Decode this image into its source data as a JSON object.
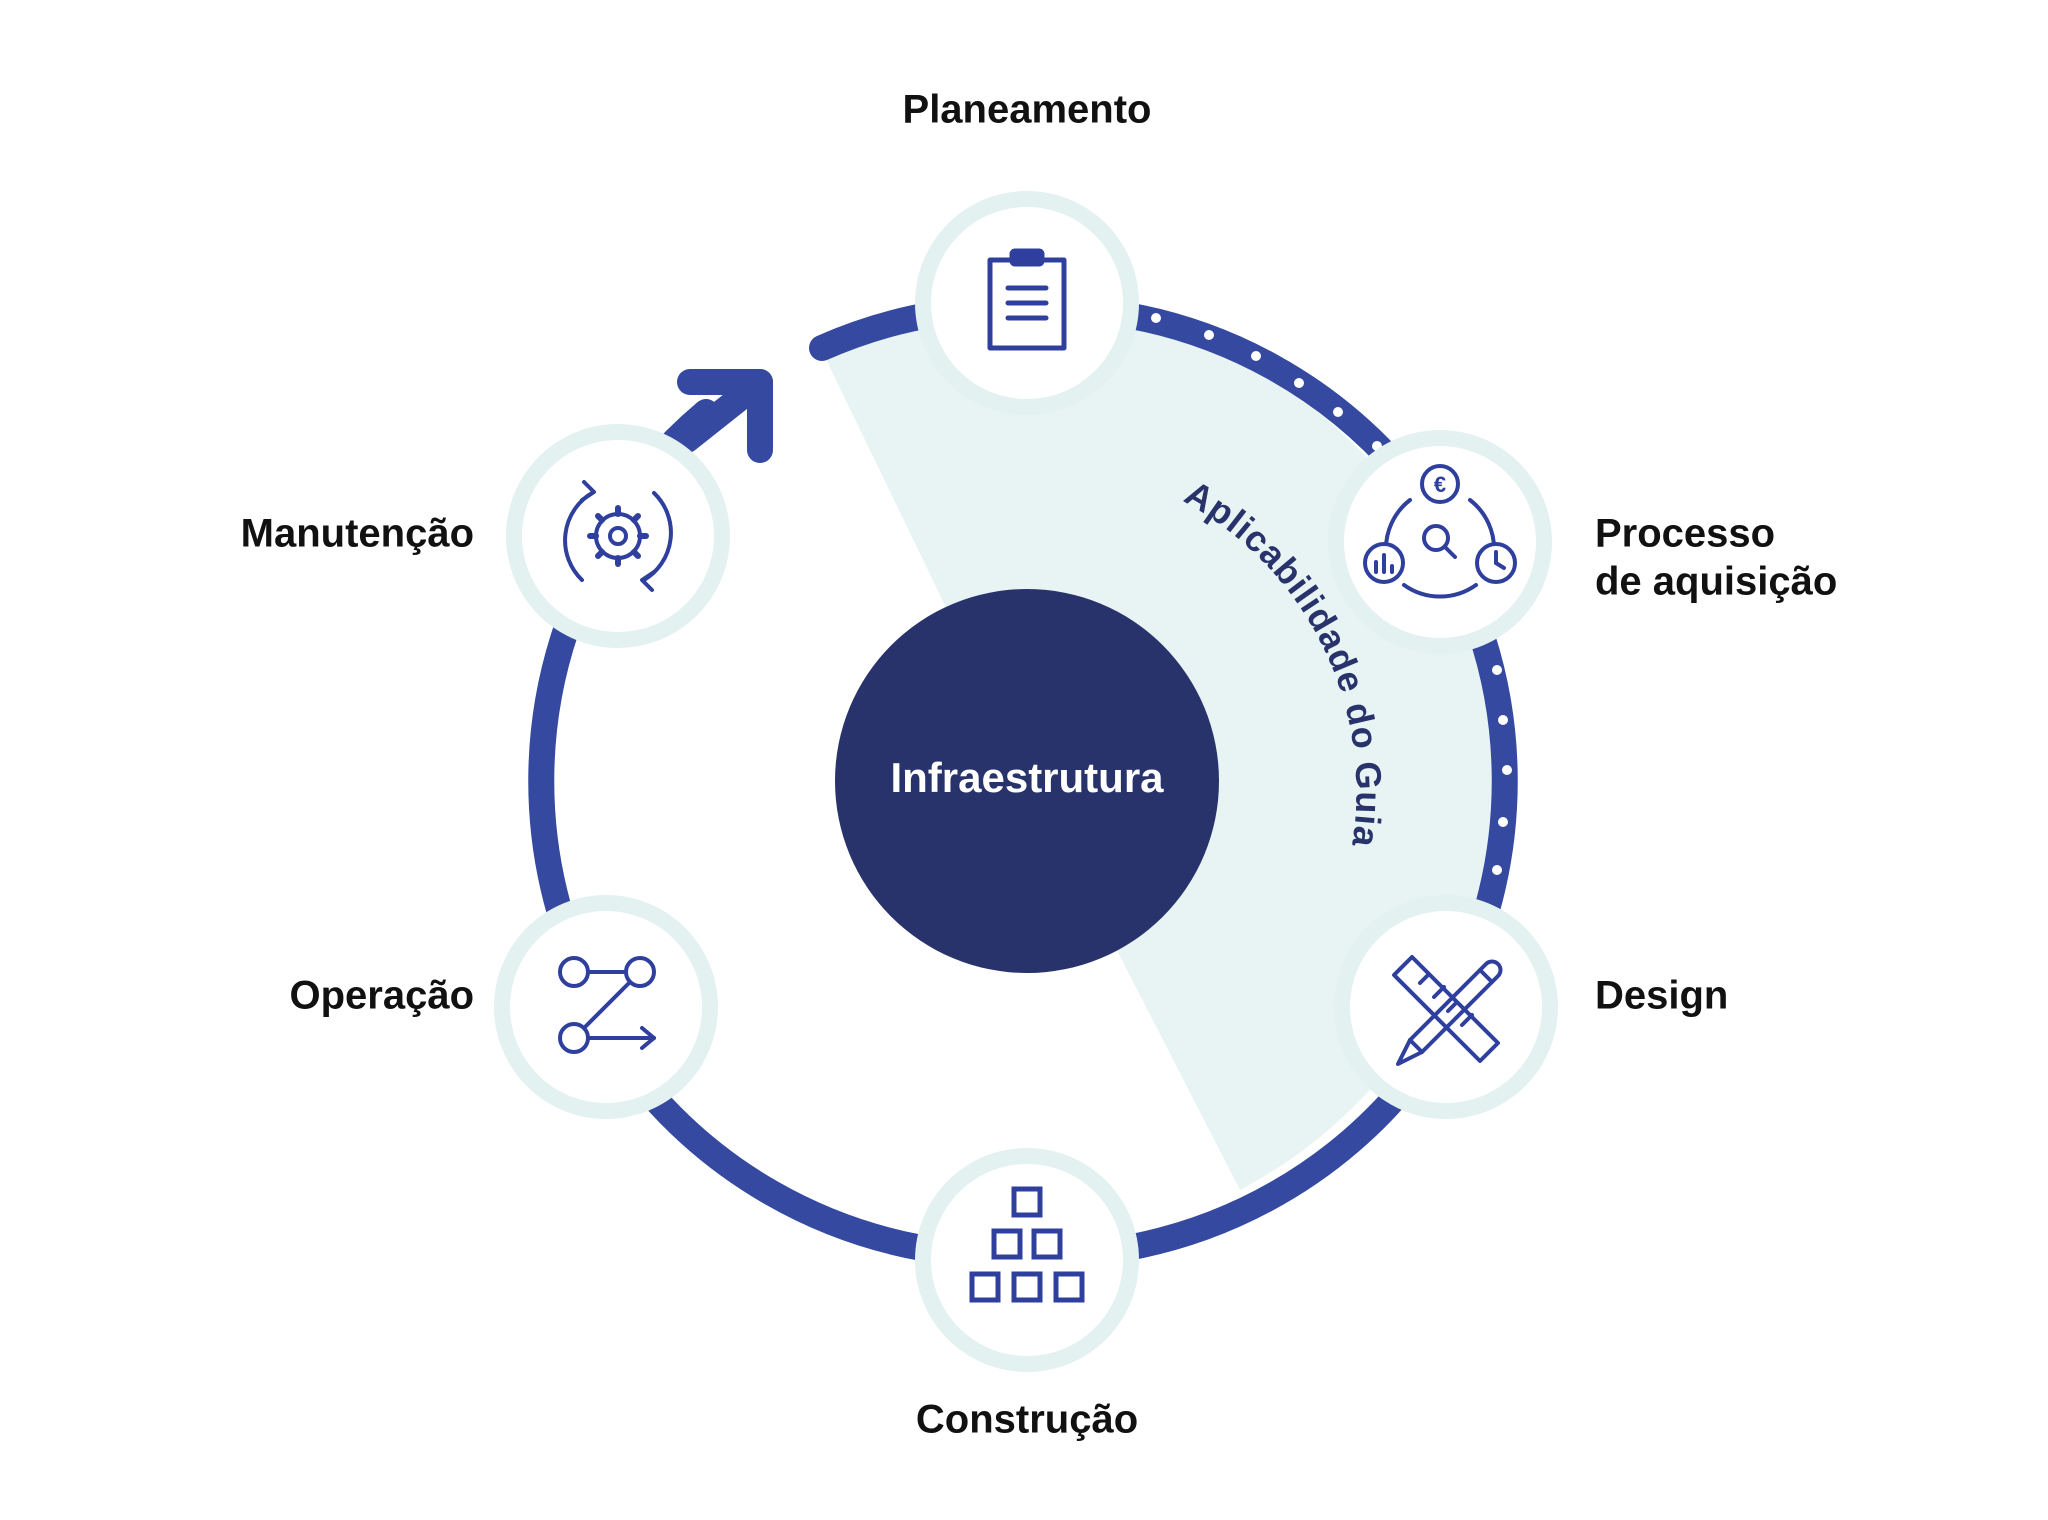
{
  "center": {
    "label": "Infraestrutura"
  },
  "applicability_label": "Aplicabilidade do Guia",
  "stages": [
    {
      "id": "planning",
      "label": "Planeamento",
      "icon": "clipboard-icon"
    },
    {
      "id": "procurement",
      "label_line1": "Processo",
      "label_line2": "de aquisição",
      "icon": "procurement-network-icon"
    },
    {
      "id": "design",
      "label": "Design",
      "icon": "pencil-ruler-icon"
    },
    {
      "id": "construction",
      "label": "Construção",
      "icon": "stacked-blocks-icon"
    },
    {
      "id": "operation",
      "label": "Operação",
      "icon": "flow-path-icon"
    },
    {
      "id": "maintenance",
      "label": "Manutenção",
      "icon": "gear-cycle-icon"
    }
  ],
  "colors": {
    "ring": "#34499f",
    "center_fill": "#28336c",
    "highlight": "#e8f4f4",
    "node_ring": "#e3f1f1",
    "icon": "#2f3f9e",
    "label": "#111111"
  }
}
